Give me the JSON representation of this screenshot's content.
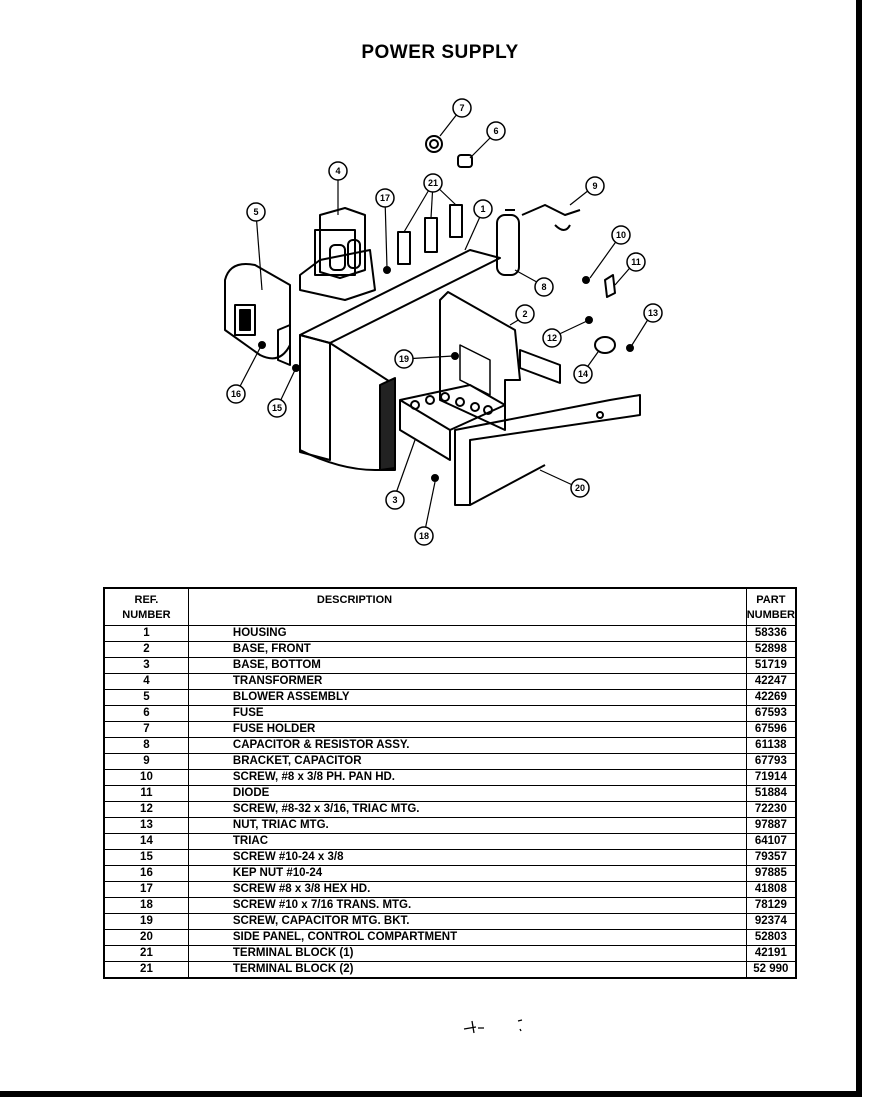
{
  "page": {
    "title": "POWER SUPPLY"
  },
  "diagram": {
    "callouts": [
      "1",
      "2",
      "3",
      "4",
      "5",
      "6",
      "7",
      "8",
      "9",
      "10",
      "11",
      "12",
      "13",
      "14",
      "15",
      "16",
      "17",
      "18",
      "19",
      "20",
      "21"
    ]
  },
  "table": {
    "headers": {
      "ref": "REF.\nNUMBER",
      "description": "DESCRIPTION",
      "part": "PART NUMBER"
    },
    "rows": [
      {
        "ref": "1",
        "description": "HOUSING",
        "part": "58336"
      },
      {
        "ref": "2",
        "description": "BASE, FRONT",
        "part": "52898"
      },
      {
        "ref": "3",
        "description": "BASE, BOTTOM",
        "part": "51719"
      },
      {
        "ref": "4",
        "description": "TRANSFORMER",
        "part": "42247"
      },
      {
        "ref": "5",
        "description": "BLOWER ASSEMBLY",
        "part": "42269"
      },
      {
        "ref": "6",
        "description": "FUSE",
        "part": "67593"
      },
      {
        "ref": "7",
        "description": "FUSE HOLDER",
        "part": "67596"
      },
      {
        "ref": "8",
        "description": "CAPACITOR & RESISTOR ASSY.",
        "part": "61138"
      },
      {
        "ref": "9",
        "description": "BRACKET, CAPACITOR",
        "part": "67793"
      },
      {
        "ref": "10",
        "description": "SCREW, #8 x 3/8 PH. PAN HD.",
        "part": "71914"
      },
      {
        "ref": "11",
        "description": "DIODE",
        "part": "51884"
      },
      {
        "ref": "12",
        "description": "SCREW, #8-32 x 3/16, TRIAC MTG.",
        "part": "72230"
      },
      {
        "ref": "13",
        "description": "NUT, TRIAC MTG.",
        "part": "97887"
      },
      {
        "ref": "14",
        "description": "TRIAC",
        "part": "64107"
      },
      {
        "ref": "15",
        "description": "SCREW #10-24 x 3/8",
        "part": "79357"
      },
      {
        "ref": "16",
        "description": "KEP NUT #10-24",
        "part": "97885"
      },
      {
        "ref": "17",
        "description": "SCREW #8 x 3/8 HEX HD.",
        "part": "41808"
      },
      {
        "ref": "18",
        "description": "SCREW #10 x 7/16 TRANS. MTG.",
        "part": "78129"
      },
      {
        "ref": "19",
        "description": "SCREW, CAPACITOR MTG. BKT.",
        "part": "92374"
      },
      {
        "ref": "20",
        "description": "SIDE PANEL, CONTROL COMPARTMENT",
        "part": "52803"
      },
      {
        "ref": "21",
        "description": "TERMINAL BLOCK (1)",
        "part": "42191"
      },
      {
        "ref": "21",
        "description": "TERMINAL BLOCK (2)",
        "part": "52 990"
      }
    ]
  }
}
